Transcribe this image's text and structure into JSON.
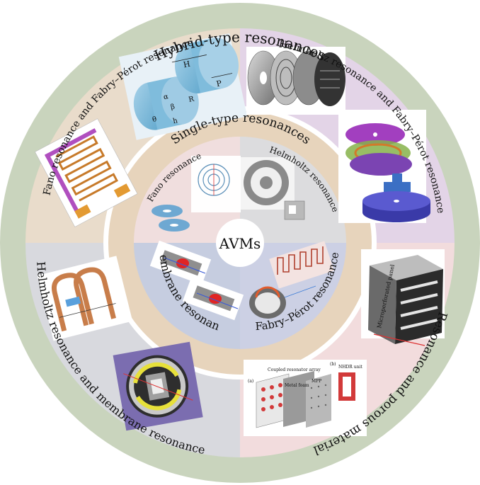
{
  "center": {
    "label": "AVMs"
  },
  "rings": {
    "outer_title": "Hybrid-type resonances",
    "middle_title": "Single-type resonances"
  },
  "hybrid": {
    "fano_fp": "Fano resonance and Fabry–Pérot resonance",
    "helmholtz_fp": "Helmholtz resonance and Fabry–Pérot resonance",
    "resonance_porous": "Resonance and porous material",
    "helmholtz_membrane": "Helmholtz resonance and membrane resonance"
  },
  "single": {
    "fano": "Fano resonance",
    "helmholtz": "Helmholtz resonance",
    "membrane": "Membrane resonance",
    "fabry_perot": "Fabry–Pérot resonance"
  },
  "figure_labels": {
    "microperforated_panel": "Microperforated panel",
    "coupled_resonator_array": "Coupled resonator array",
    "metal_foam": "Metal foam",
    "mpp": "MPP",
    "nhdr_unit": "NHDR unit",
    "panel_a": "(a)",
    "panel_b": "(b)",
    "dim_H": "H",
    "dim_P": "P",
    "dim_R": "R",
    "dim_h": "h",
    "dim_alpha": "α",
    "dim_beta": "β",
    "dim_theta": "θ"
  },
  "colors": {
    "outer_ring": "#c9d4bd",
    "inner_ring": "#e7d4bc",
    "white_gap": "#ffffff",
    "sector_fano_fp": "#e9dccb",
    "sector_helmholtz_fp": "#e3d4e7",
    "sector_porous": "#f2dcdd",
    "sector_helm_membrane": "#d8d9de",
    "inner_fano": "#f0dede",
    "inner_helmholtz": "#dcdcde",
    "inner_membrane": "#c6cde0",
    "inner_fp": "#ccd0e4",
    "text": "#111111"
  }
}
